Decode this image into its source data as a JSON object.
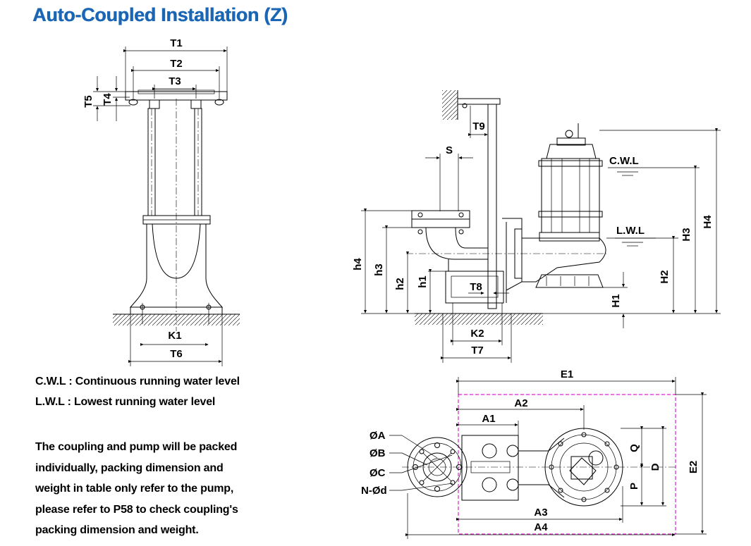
{
  "title": "Auto-Coupled Installation (Z)",
  "legend": {
    "cwl_definition": "C.W.L : Continuous running water level",
    "lwl_definition": "L.W.L :  Lowest running water level"
  },
  "note_lines": [
    "The coupling and pump will be packed",
    "individually,  packing  dimension and",
    "weight  in table only refer to the pump,",
    "please refer to P58 to check coupling's",
    "packing dimension and weight."
  ],
  "front_view": {
    "dims": {
      "t1": "T1",
      "t2": "T2",
      "t3": "T3",
      "t4": "T4",
      "t5": "T5",
      "k1": "K1",
      "t6": "T6"
    }
  },
  "side_view": {
    "dims": {
      "t9": "T9",
      "s": "S",
      "t8": "T8",
      "k2": "K2",
      "t7": "T7",
      "h1": "h1",
      "h2": "h2",
      "h3": "h3",
      "h4": "h4",
      "H1": "H1",
      "H2": "H2",
      "H3": "H3",
      "H4": "H4"
    },
    "levels": {
      "cwl": "C.W.L",
      "lwl": "L.W.L"
    }
  },
  "plan_view": {
    "dims": {
      "e1": "E1",
      "e2": "E2",
      "a1": "A1",
      "a2": "A2",
      "a3": "A3",
      "a4": "A4",
      "q": "Q",
      "p": "P",
      "d": "D"
    },
    "flange": {
      "a": "ØA",
      "b": "ØB",
      "c": "ØC",
      "n": "N-Ød"
    }
  },
  "colors": {
    "title": "#1a66b5",
    "envelope": "#e020d0"
  }
}
